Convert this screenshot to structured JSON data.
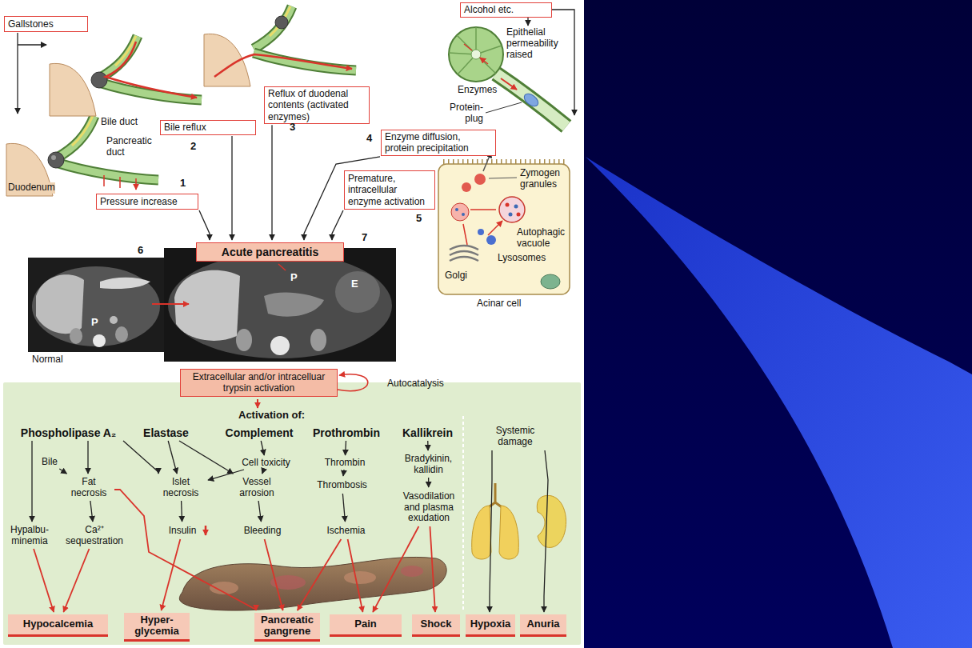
{
  "diagram": {
    "nodes": [
      {
        "text": [
          "Gallstones"
        ]
      },
      {
        "text": [
          "Alcohol etc."
        ]
      },
      {
        "text": [
          "Reflux of duodenal contents (activated enzymes)"
        ]
      },
      {
        "text": [
          "Bile reflux"
        ]
      },
      {
        "text": [
          "Enzyme diffusion, protein precipitation"
        ]
      },
      {
        "text": [
          "Premature, intracellular enzyme activation"
        ]
      },
      {
        "text": [
          "Pressure increase"
        ]
      },
      {
        "text": [
          "Acute pancreatitis"
        ]
      },
      {
        "text": [
          "Extracellular and/or intracelluar trypsin activation"
        ]
      },
      {
        "text": [
          "Phospholipase A₂"
        ]
      },
      {
        "text": [
          "Elastase"
        ]
      },
      {
        "text": [
          "Complement"
        ]
      },
      {
        "text": [
          "Prothrombin"
        ]
      },
      {
        "text": [
          "Kallikrein"
        ]
      },
      {
        "text": [
          "Systemic damage"
        ]
      },
      {
        "text": [
          "Bile"
        ]
      },
      {
        "text": [
          "Cell toxicity"
        ]
      },
      {
        "text": [
          "Thrombin"
        ]
      },
      {
        "text": [
          "Bradykinin, kallidin"
        ]
      },
      {
        "text": [
          "Fat necrosis"
        ]
      },
      {
        "text": [
          "Islet necrosis"
        ]
      },
      {
        "text": [
          "Vessel arrosion"
        ]
      },
      {
        "text": [
          "Thrombosis"
        ]
      },
      {
        "text": [
          "Vasodilation and plasma exudation"
        ]
      },
      {
        "text": [
          "Hypalbu- minemia"
        ]
      },
      {
        "text": [
          "Ca²⁺ sequestration"
        ]
      },
      {
        "text": [
          "Insulin"
        ]
      },
      {
        "text": [
          "Bleeding"
        ]
      },
      {
        "text": [
          "Ischemia"
        ]
      },
      {
        "text": [
          "Hypocalcemia"
        ]
      },
      {
        "text": [
          "Hyper- glycemia"
        ]
      },
      {
        "text": [
          "Pancreatic gangrene"
        ]
      },
      {
        "text": [
          "Pain"
        ]
      },
      {
        "text": [
          "Shock"
        ]
      },
      {
        "text": [
          "Hypoxia"
        ]
      },
      {
        "text": [
          "Anuria"
        ]
      }
    ],
    "edges": [
      {
        "from": 6,
        "to": 7,
        "arrow": "to"
      },
      {
        "from": 3,
        "to": 7,
        "arrow": "to"
      },
      {
        "from": 2,
        "to": 7,
        "arrow": "to"
      },
      {
        "from": 4,
        "to": 7,
        "arrow": "to"
      },
      {
        "from": 5,
        "to": 7,
        "arrow": "to"
      },
      {
        "from": 9,
        "to": 24,
        "arrow": "to"
      },
      {
        "from": 9,
        "to": 19,
        "arrow": "to"
      },
      {
        "from": 15,
        "to": 19,
        "arrow": "to"
      },
      {
        "from": 9,
        "to": 20,
        "arrow": "to"
      },
      {
        "from": 10,
        "to": 20,
        "arrow": "to"
      },
      {
        "from": 10,
        "to": 21,
        "arrow": "to"
      },
      {
        "from": 11,
        "to": 16,
        "arrow": "to"
      },
      {
        "from": 16,
        "to": 20,
        "arrow": "to"
      },
      {
        "from": 16,
        "to": 21,
        "arrow": "to"
      },
      {
        "from": 12,
        "to": 17,
        "arrow": "to"
      },
      {
        "from": 17,
        "to": 22,
        "arrow": "to"
      },
      {
        "from": 13,
        "to": 18,
        "arrow": "to"
      },
      {
        "from": 18,
        "to": 23,
        "arrow": "to"
      },
      {
        "from": 19,
        "to": 25,
        "arrow": "to"
      },
      {
        "from": 19,
        "to": 31,
        "arrow": "to"
      },
      {
        "from": 20,
        "to": 26,
        "arrow": "to"
      },
      {
        "from": 21,
        "to": 27,
        "arrow": "to"
      },
      {
        "from": 22,
        "to": 28,
        "arrow": "to"
      },
      {
        "from": 24,
        "to": 29,
        "arrow": "to"
      },
      {
        "from": 25,
        "to": 29,
        "arrow": "to"
      },
      {
        "from": 26,
        "to": 30,
        "arrow": "to"
      },
      {
        "from": 27,
        "to": 31,
        "arrow": "to"
      },
      {
        "from": 28,
        "to": 31,
        "arrow": "to"
      },
      {
        "from": 28,
        "to": 32,
        "arrow": "to"
      },
      {
        "from": 23,
        "to": 32,
        "arrow": "to"
      },
      {
        "from": 23,
        "to": 33,
        "arrow": "to"
      },
      {
        "from": 14,
        "to": 34,
        "arrow": "to"
      },
      {
        "from": 14,
        "to": 35,
        "arrow": "to"
      }
    ],
    "labels": [
      "Epithelial permeability raised",
      "Enzymes",
      "Protein- plug",
      "Bile duct",
      "3",
      "4",
      "Pancreatic duct",
      "2",
      "Zymogen granules",
      "1",
      "Duodenum",
      "5",
      "Autophagic vacuole",
      "7",
      "6",
      "Lysosomes",
      "Golgi",
      "P",
      "E",
      "Acinar cell",
      "P",
      "Normal",
      "Autocatalysis",
      "Activation of:"
    ]
  }
}
